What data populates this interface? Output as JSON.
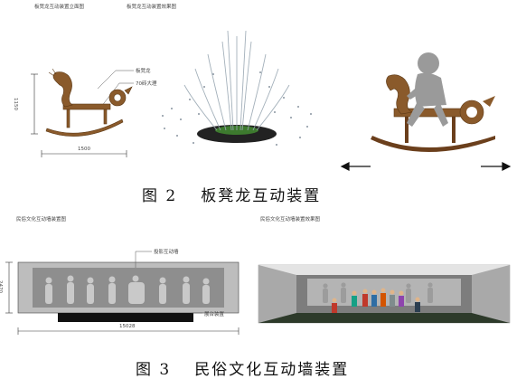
{
  "figure2": {
    "view_title_left": "板凳龙互动装置立面图",
    "view_title_right": "板凳龙互动装置效果图",
    "label_dragon": "板凳龙",
    "label_base": "70砖大理",
    "dim_height": "1150",
    "dim_width": "1500",
    "caption_number": "图 2",
    "caption_text": "板凳龙互动装置"
  },
  "figure3": {
    "view_title_left": "民俗文化互动墙装置图",
    "view_title_right": "民俗文化互动墙装置效果图",
    "label_screen": "投影互动墙",
    "label_stage": "展台装置",
    "dim_height": "2470",
    "dim_width": "15028",
    "caption_number": "图 3",
    "caption_text": "民俗文化互动墙装置"
  }
}
